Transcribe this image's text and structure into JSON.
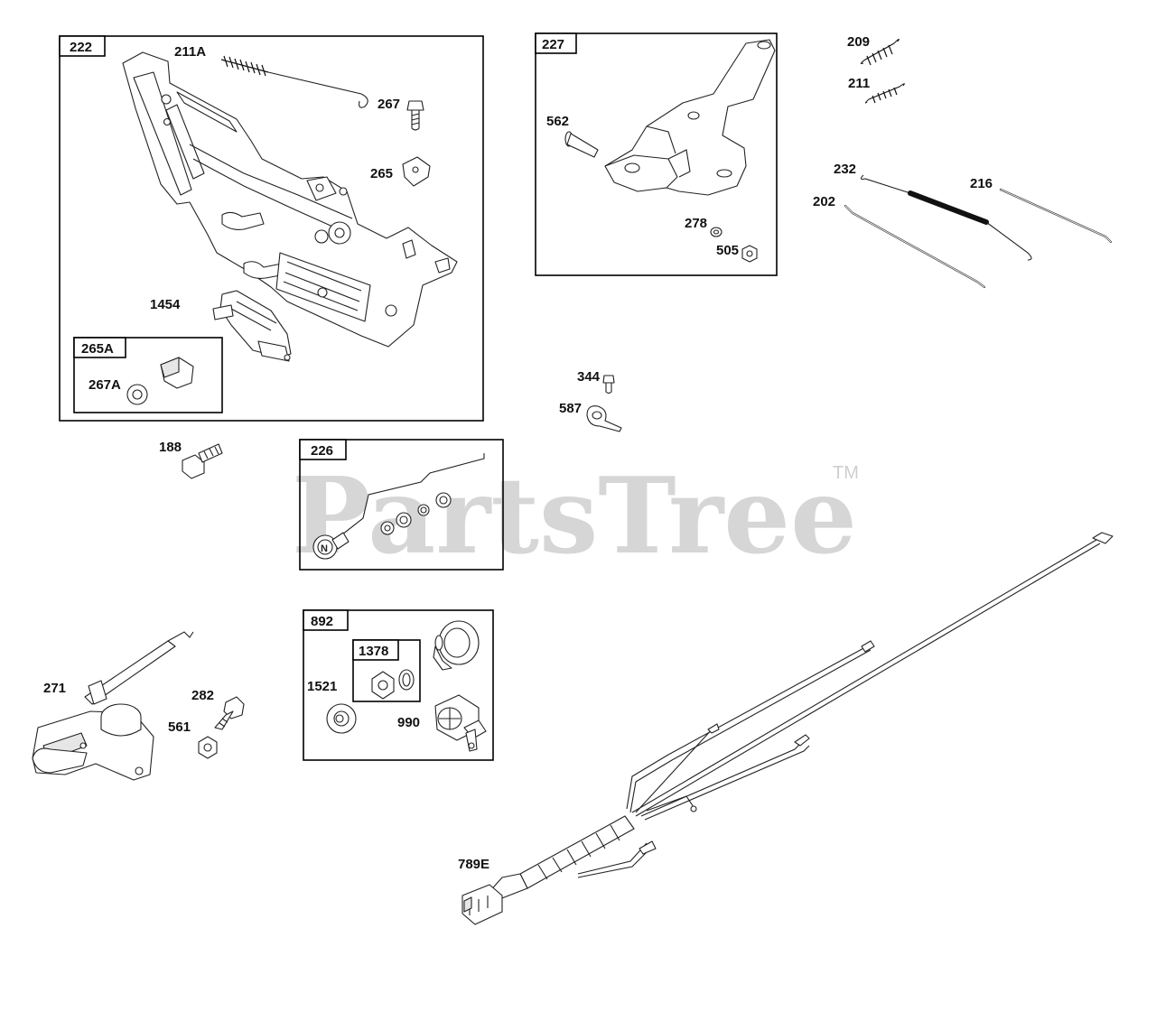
{
  "watermark": {
    "text": "PartsTree",
    "trademark": "TM"
  },
  "boxes": {
    "b222": "222",
    "b265A": "265A",
    "b227": "227",
    "b226": "226",
    "b892": "892",
    "b1378": "1378"
  },
  "labels": {
    "p211A": "211A",
    "p267": "267",
    "p265": "265",
    "p1454": "1454",
    "p267A": "267A",
    "p562": "562",
    "p278": "278",
    "p505": "505",
    "p209": "209",
    "p211": "211",
    "p232": "232",
    "p216": "216",
    "p202": "202",
    "p344": "344",
    "p587": "587",
    "p188": "188",
    "p271": "271",
    "p282": "282",
    "p561": "561",
    "p1521": "1521",
    "p990": "990",
    "p789E": "789E"
  }
}
